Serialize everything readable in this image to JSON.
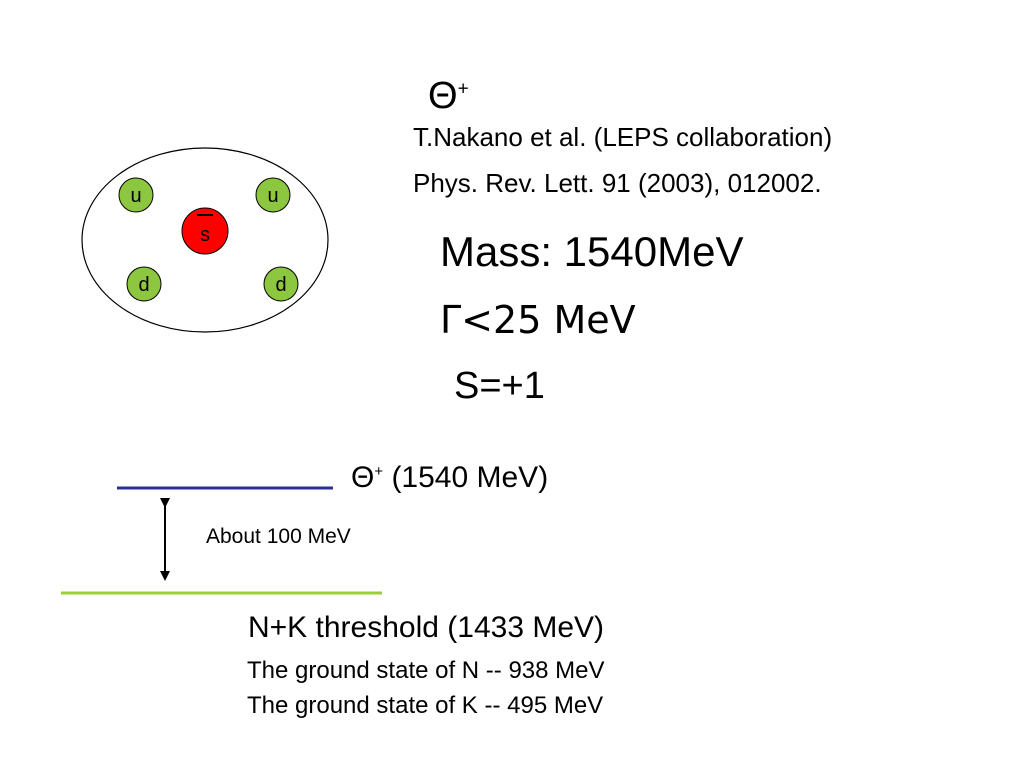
{
  "particle": {
    "symbol": "Θ",
    "charge": "+"
  },
  "reference": {
    "authors": "T.Nakano et al. (LEPS collaboration)",
    "journal": "Phys. Rev. Lett. 91 (2003), 012002."
  },
  "properties": {
    "mass": "Mass: 1540MeV",
    "width": "Γ<25 MeV",
    "strangeness": "S=+1"
  },
  "quark_diagram": {
    "quarks": [
      {
        "label": "u",
        "color": "#8dc63f"
      },
      {
        "label": "u",
        "color": "#8dc63f"
      },
      {
        "label": "s",
        "color": "#ff0000",
        "antiquark": true
      },
      {
        "label": "d",
        "color": "#8dc63f"
      },
      {
        "label": "d",
        "color": "#8dc63f"
      }
    ]
  },
  "energy_levels": {
    "theta_label_prefix": "Θ",
    "theta_label_charge": "+",
    "theta_label_suffix": " (1540 MeV)",
    "theta_level_color": "#2e3192",
    "threshold_level_color": "#9bd032",
    "gap_label": "About 100 MeV",
    "threshold_label": "N+K threshold (1433 MeV)",
    "ground_state_n": "The ground state of N -- 938 MeV",
    "ground_state_k": "The ground state of K -- 495 MeV"
  }
}
